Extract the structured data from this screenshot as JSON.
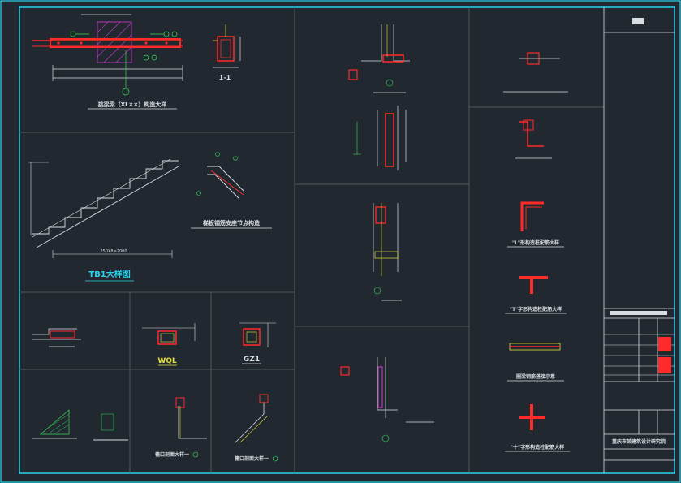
{
  "drawing": {
    "details": {
      "cantilever_beam": "挑梁梁（XL××）构造大样",
      "section_1_1": "1-1",
      "tb1_detail": "TB1大样图",
      "tb1_dimension": "250X8=2000",
      "stair_support_node": "梯板钢筋支座节点构造",
      "wql": "WQL",
      "gz1": "GZ1",
      "parapet_a": "檐口剖面大样一",
      "parapet_b": "檐口剖面大样一",
      "l_column": "\"L\"形构造柱配筋大样",
      "t_column": "\"T\"字形构造柱配筋大样",
      "ring_beam": "圈梁钢筋搭接示意",
      "cross_column": "\"十\"字形构造柱配筋大样"
    },
    "title_block": {
      "institute": "重庆市某建筑设计研究院"
    }
  },
  "colors": {
    "background": "#212830",
    "frame": "#29d4ef",
    "line_white": "#d9dde2",
    "line_green": "#37d957",
    "rebar_red": "#ff2a2a",
    "hatch_magenta": "#d23bd2",
    "accent_yellow": "#e6e13a"
  }
}
